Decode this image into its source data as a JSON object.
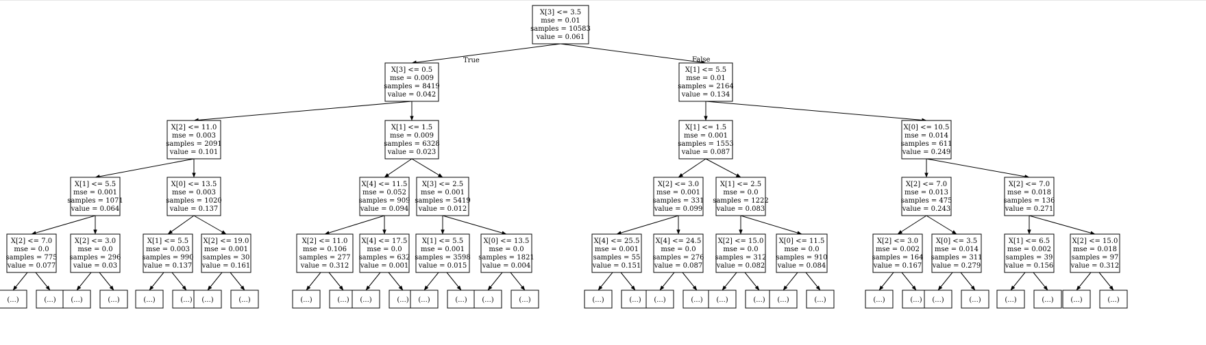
{
  "edge_labels": {
    "true_label": "True",
    "false_label": "False"
  },
  "nodes": [
    {
      "id": "n0",
      "lines": [
        "X[3] <= 3.5",
        "mse = 0.01",
        "samples = 10583",
        "value = 0.061"
      ]
    },
    {
      "id": "n1",
      "lines": [
        "X[3] <= 0.5",
        "mse = 0.009",
        "samples = 8419",
        "value = 0.042"
      ]
    },
    {
      "id": "n2",
      "lines": [
        "X[1] <= 5.5",
        "mse = 0.01",
        "samples = 2164",
        "value = 0.134"
      ]
    },
    {
      "id": "n3",
      "lines": [
        "X[2] <= 11.0",
        "mse = 0.003",
        "samples = 2091",
        "value = 0.101"
      ]
    },
    {
      "id": "n4",
      "lines": [
        "X[1] <= 1.5",
        "mse = 0.009",
        "samples = 6328",
        "value = 0.023"
      ]
    },
    {
      "id": "n5",
      "lines": [
        "X[1] <= 1.5",
        "mse = 0.001",
        "samples = 1553",
        "value = 0.087"
      ]
    },
    {
      "id": "n6",
      "lines": [
        "X[0] <= 10.5",
        "mse = 0.014",
        "samples = 611",
        "value = 0.249"
      ]
    },
    {
      "id": "n7",
      "lines": [
        "X[1] <= 5.5",
        "mse = 0.001",
        "samples = 1071",
        "value = 0.064"
      ]
    },
    {
      "id": "n8",
      "lines": [
        "X[0] <= 13.5",
        "mse = 0.003",
        "samples = 1020",
        "value = 0.137"
      ]
    },
    {
      "id": "n9",
      "lines": [
        "X[4] <= 11.5",
        "mse = 0.052",
        "samples = 909",
        "value = 0.094"
      ]
    },
    {
      "id": "n10",
      "lines": [
        "X[3] <= 2.5",
        "mse = 0.001",
        "samples = 5419",
        "value = 0.012"
      ]
    },
    {
      "id": "n11",
      "lines": [
        "X[2] <= 3.0",
        "mse = 0.001",
        "samples = 331",
        "value = 0.099"
      ]
    },
    {
      "id": "n12",
      "lines": [
        "X[1] <= 2.5",
        "mse = 0.0",
        "samples = 1222",
        "value = 0.083"
      ]
    },
    {
      "id": "n13",
      "lines": [
        "X[2] <= 7.0",
        "mse = 0.013",
        "samples = 475",
        "value = 0.243"
      ]
    },
    {
      "id": "n14",
      "lines": [
        "X[2] <= 7.0",
        "mse = 0.018",
        "samples = 136",
        "value = 0.271"
      ]
    },
    {
      "id": "n15",
      "lines": [
        "X[2] <= 7.0",
        "mse = 0.0",
        "samples = 775",
        "value = 0.077"
      ]
    },
    {
      "id": "n16",
      "lines": [
        "X[2] <= 3.0",
        "mse = 0.0",
        "samples = 296",
        "value = 0.03"
      ]
    },
    {
      "id": "n17",
      "lines": [
        "X[1] <= 5.5",
        "mse = 0.003",
        "samples = 990",
        "value = 0.137"
      ]
    },
    {
      "id": "n18",
      "lines": [
        "X[2] <= 19.0",
        "mse = 0.001",
        "samples = 30",
        "value = 0.161"
      ]
    },
    {
      "id": "n19",
      "lines": [
        "X[2] <= 11.0",
        "mse = 0.106",
        "samples = 277",
        "value = 0.312"
      ]
    },
    {
      "id": "n20",
      "lines": [
        "X[4] <= 17.5",
        "mse = 0.0",
        "samples = 632",
        "value = 0.001"
      ]
    },
    {
      "id": "n21",
      "lines": [
        "X[1] <= 5.5",
        "mse = 0.001",
        "samples = 3598",
        "value = 0.015"
      ]
    },
    {
      "id": "n22",
      "lines": [
        "X[0] <= 13.5",
        "mse = 0.0",
        "samples = 1821",
        "value = 0.004"
      ]
    },
    {
      "id": "n23",
      "lines": [
        "X[4] <= 25.5",
        "mse = 0.001",
        "samples = 55",
        "value = 0.151"
      ]
    },
    {
      "id": "n24",
      "lines": [
        "X[4] <= 24.5",
        "mse = 0.0",
        "samples = 276",
        "value = 0.087"
      ]
    },
    {
      "id": "n25",
      "lines": [
        "X[2] <= 15.0",
        "mse = 0.0",
        "samples = 312",
        "value = 0.082"
      ]
    },
    {
      "id": "n26",
      "lines": [
        "X[0] <= 11.5",
        "mse = 0.0",
        "samples = 910",
        "value = 0.084"
      ]
    },
    {
      "id": "n27",
      "lines": [
        "X[2] <= 3.0",
        "mse = 0.002",
        "samples = 164",
        "value = 0.167"
      ]
    },
    {
      "id": "n28",
      "lines": [
        "X[0] <= 3.5",
        "mse = 0.014",
        "samples = 311",
        "value = 0.279"
      ]
    },
    {
      "id": "n29",
      "lines": [
        "X[1] <= 6.5",
        "mse = 0.002",
        "samples = 39",
        "value = 0.156"
      ]
    },
    {
      "id": "n30",
      "lines": [
        "X[2] <= 15.0",
        "mse = 0.018",
        "samples = 97",
        "value = 0.312"
      ]
    }
  ],
  "truncated_label": "(...)",
  "truncated_count": 32
}
